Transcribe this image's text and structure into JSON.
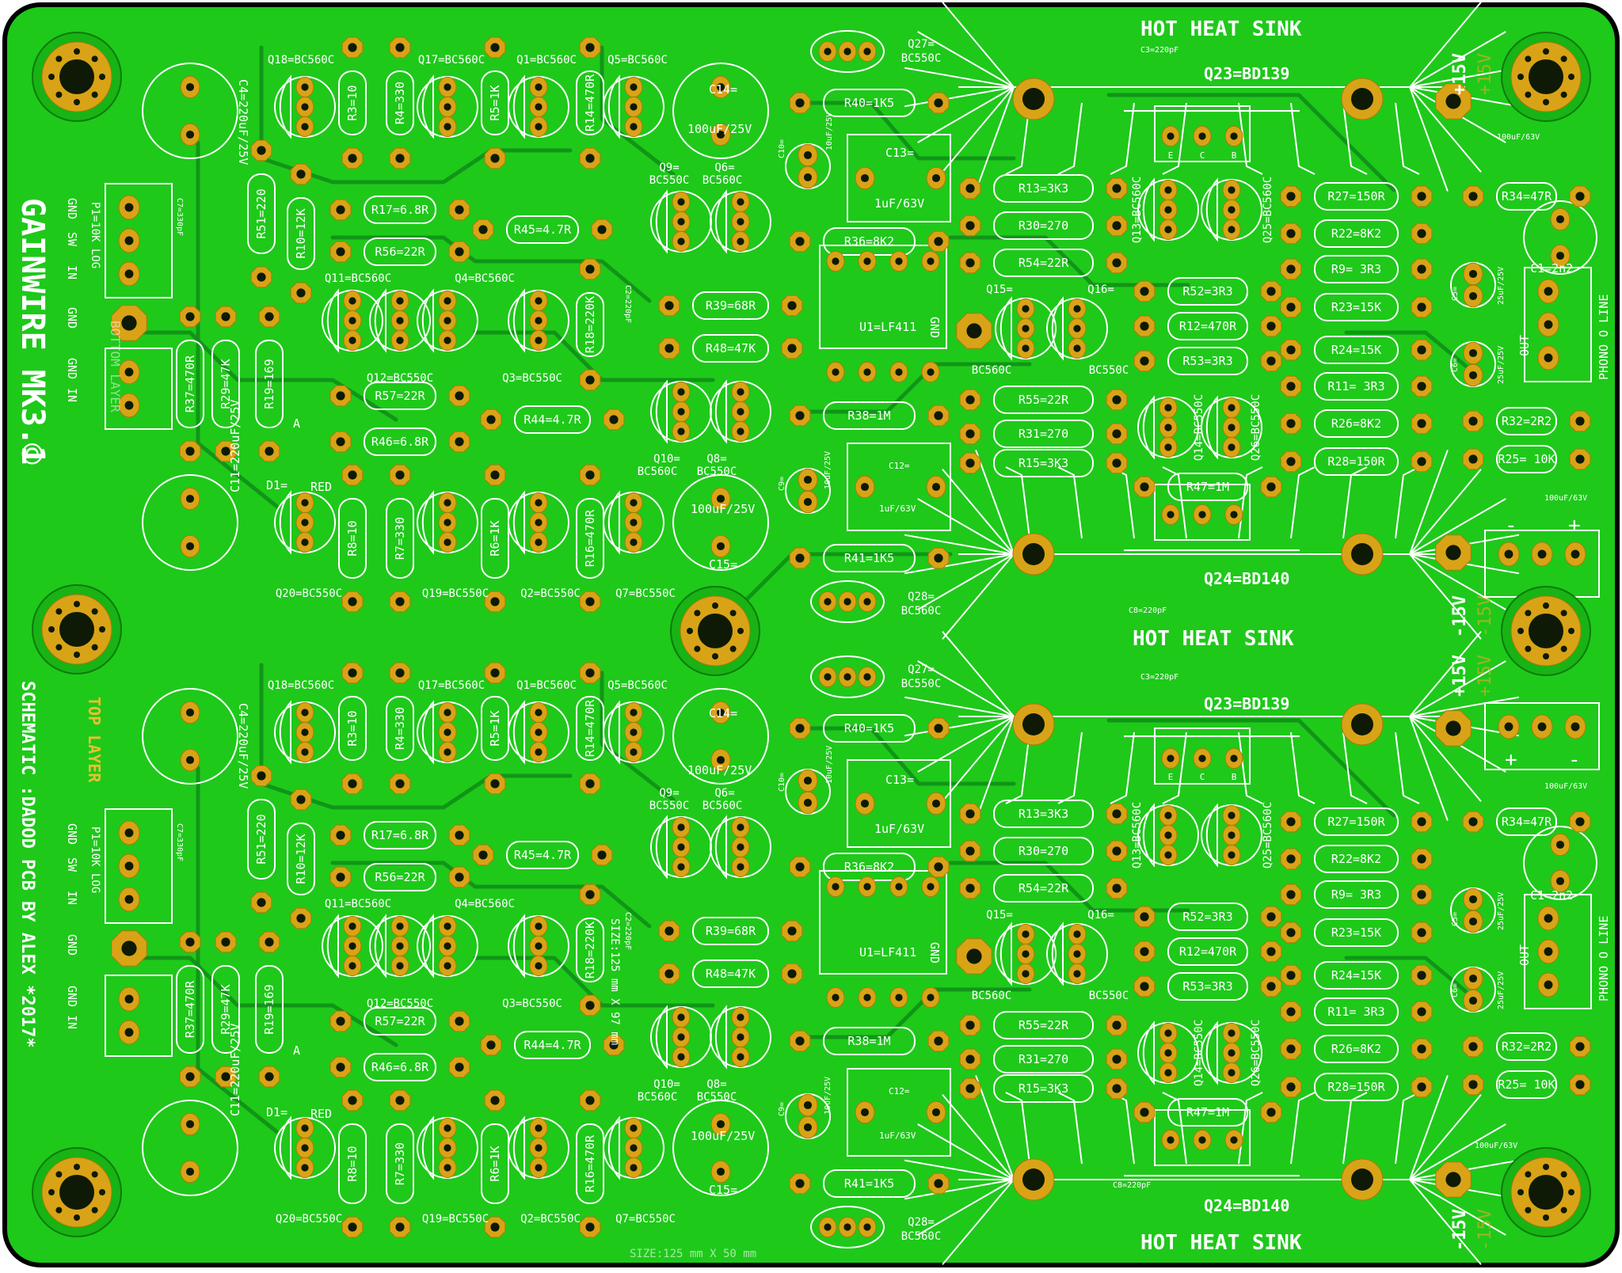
{
  "colors": {
    "board": "#1ec91a",
    "edge": "#000000",
    "pad": "#d9a317",
    "silkscreen": "#ffffff",
    "trace": "#0f8f18"
  },
  "board": {
    "title": "GAINWIRE MK3.1",
    "copyright": "©",
    "credits": "SCHEMATIC :DADOD PCB BY ALEX *2017*",
    "top_layer": "TOP LAYER",
    "bottom_layer": "BOTTOM LAYER",
    "size_side": "SIZE:125 mm X 97 mm",
    "size_bottom": "SIZE:125 mm X 50 mm"
  },
  "left_connectors": {
    "pot_labels": [
      "GND",
      "SW",
      "IN"
    ],
    "pot": "P1=10K LOG",
    "c7": "C7=330pF",
    "gnd": "GND",
    "in_labels": [
      "GND",
      "IN"
    ]
  },
  "heatsink": {
    "label": "HOT HEAT SINK",
    "q23": "Q23=BD139",
    "q24": "Q24=BD140",
    "c3": "C3=220pF",
    "c8": "C8=220pF",
    "ecb": [
      "E",
      "C",
      "B"
    ]
  },
  "power": {
    "plus": "+15V",
    "minus": "-15V",
    "cap": "100uF/63V",
    "plus_sign": "+",
    "minus_sign": "-"
  },
  "output": {
    "c1": "C1=2n2",
    "out": "OUT",
    "phono": "PHONO O LINE",
    "c5": "C5=",
    "c6": "C6=",
    "c5v": "25uF/25V",
    "c6v": "25uF/25V"
  },
  "resistors": [
    {
      "t": "R3=10"
    },
    {
      "t": "R4=330"
    },
    {
      "t": "R5=1K"
    },
    {
      "t": "R14=470R"
    },
    {
      "t": "R17=6.8R"
    },
    {
      "t": "R56=22R"
    },
    {
      "t": "R45=4.7R"
    },
    {
      "t": "R51=220"
    },
    {
      "t": "R10=12K"
    },
    {
      "t": "R37=470R"
    },
    {
      "t": "R29=47K"
    },
    {
      "t": "R19=169"
    },
    {
      "t": "R57=22R"
    },
    {
      "t": "R46=6.8R"
    },
    {
      "t": "R44=4.7R"
    },
    {
      "t": "R18=220K"
    },
    {
      "t": "R39=68R"
    },
    {
      "t": "R48=47K"
    },
    {
      "t": "R8=10"
    },
    {
      "t": "R7=330"
    },
    {
      "t": "R6=1K"
    },
    {
      "t": "R16=470R"
    },
    {
      "t": "R40=1K5"
    },
    {
      "t": "R36=8K2"
    },
    {
      "t": "R38=1M"
    },
    {
      "t": "R41=1K5"
    },
    {
      "t": "R13=3K3"
    },
    {
      "t": "R30=270"
    },
    {
      "t": "R54=22R"
    },
    {
      "t": "R55=22R"
    },
    {
      "t": "R31=270"
    },
    {
      "t": "R15=3K3"
    },
    {
      "t": "R52=3R3"
    },
    {
      "t": "R12=470R"
    },
    {
      "t": "R53=3R3"
    },
    {
      "t": "R47=1M"
    },
    {
      "t": "R27=150R"
    },
    {
      "t": "R22=8K2"
    },
    {
      "t": "R9= 3R3"
    },
    {
      "t": "R23=15K"
    },
    {
      "t": "R24=15K"
    },
    {
      "t": "R11= 3R3"
    },
    {
      "t": "R26=8K2"
    },
    {
      "t": "R28=150R"
    },
    {
      "t": "R34=47R"
    },
    {
      "t": "R32=2R2"
    },
    {
      "t": "R25= 10K"
    }
  ],
  "transistors": [
    "Q18=BC560C",
    "Q17=BC560C",
    "Q1=BC560C",
    "Q5=BC560C",
    "Q11=BC560C",
    "Q4=BC560C",
    "Q12=BC550C",
    "Q3=BC550C",
    "Q9=",
    "BC550C",
    "Q6=",
    "BC560C",
    "Q10=",
    "BC560C",
    "Q8=",
    "BC550C",
    "Q20=BC550C",
    "Q19=BC550C",
    "Q2=BC550C",
    "Q7=BC550C",
    "Q27=",
    "BC550C",
    "Q28=",
    "BC560C",
    "Q15=",
    "Q16=",
    "BC560C",
    "BC550C",
    "Q13=BC560C",
    "Q25=BC560C",
    "Q14=BC550C",
    "Q26=BC550C"
  ],
  "caps": {
    "c4": "C4=220uF/25V",
    "c11": "C11=220uF/25V",
    "c14": "C14=",
    "c14v": "100uF/25V",
    "c15": "C15=",
    "c15v": "100uF/25V",
    "c13": "C13=",
    "c13v": "1uF/63V",
    "c12": "C12=",
    "c12v": "1uF/63V",
    "c10": "C10=",
    "c10v": "10uF/25V",
    "c9": "C9=",
    "c9v": "10uF/25V",
    "c2": "C2=220pF",
    "d1": "D1=",
    "red": "RED",
    "a": "A",
    "u1": "U1=LF411",
    "gnd": "GND"
  }
}
